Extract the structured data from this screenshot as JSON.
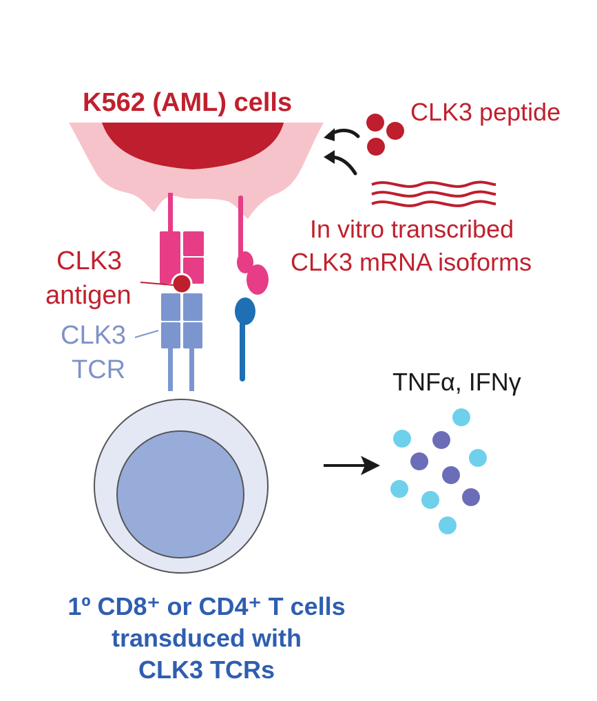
{
  "tumor": {
    "title": "K562 (AML) cells"
  },
  "peptide": {
    "label": "CLK3 peptide"
  },
  "mrna": {
    "line1": "In vitro transcribed",
    "line2": "CLK3 mRNA isoforms"
  },
  "antigen": {
    "line1": "CLK3",
    "line2": "antigen"
  },
  "tcr": {
    "line1": "CLK3",
    "line2": "TCR"
  },
  "cytokines": {
    "label": "TNFα, IFNγ"
  },
  "tcell": {
    "line1": "1º CD8⁺ or CD4⁺ T cells",
    "line2": "transduced with",
    "line3": "CLK3 TCRs"
  },
  "colors": {
    "tumor_membrane": "#f7c3cb",
    "tumor_nucleus": "#be1e2d",
    "mhc": "#e63d86",
    "tcr": "#7b96cf",
    "coreceptor": "#1f6fb4",
    "tcell_body": "#e4e8f5",
    "tcell_nucleus": "#97acd9",
    "cytokine_light": "#6fd0ec",
    "cytokine_dark": "#6b6db8"
  }
}
